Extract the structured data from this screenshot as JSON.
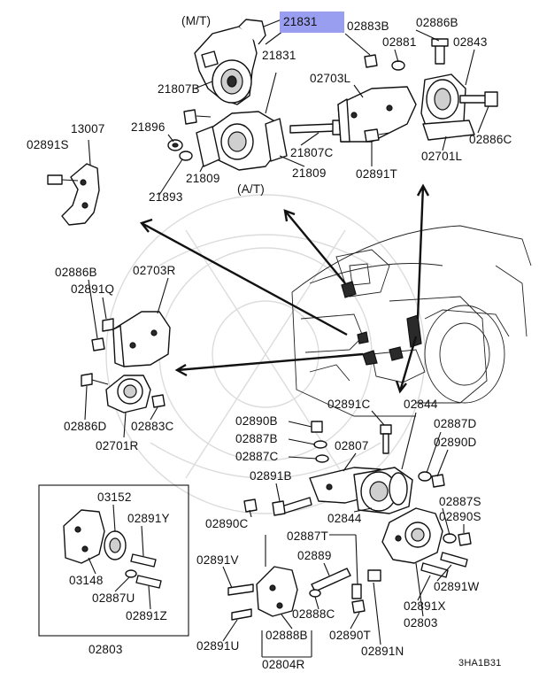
{
  "diagram": {
    "highlight_color": "#9a9ef0",
    "labels": {
      "mt": "(M/T)",
      "at": "(A/T)",
      "p21831_top": "21831",
      "p21831": "21831",
      "p02883B": "02883B",
      "p02886B_top": "02886B",
      "p02881": "02881",
      "p02843": "02843",
      "p02703L": "02703L",
      "p21807B": "21807B",
      "p13007": "13007",
      "p21896": "21896",
      "p02891S": "02891S",
      "p21807C": "21807C",
      "p02886C": "02886C",
      "p21809_left": "21809",
      "p21809_right": "21809",
      "p02891T": "02891T",
      "p02701L": "02701L",
      "p21893": "21893",
      "p02886B_mid": "02886B",
      "p02703R": "02703R",
      "p02891Q": "02891Q",
      "p02886D": "02886D",
      "p02883C": "02883C",
      "p02701R": "02701R",
      "p02890B": "02890B",
      "p02891C": "02891C",
      "p02844_top": "02844",
      "p02887B": "02887B",
      "p02887D": "02887D",
      "p02887C": "02887C",
      "p02807": "02807",
      "p02890D": "02890D",
      "p02891B": "02891B",
      "p03152": "03152",
      "p02890C": "02890C",
      "p02844_bottom": "02844",
      "p02887S": "02887S",
      "p02891Y": "02891Y",
      "p02890S": "02890S",
      "p02887T": "02887T",
      "p02891V": "02891V",
      "p02889": "02889",
      "p03148": "03148",
      "p02891W": "02891W",
      "p02887U": "02887U",
      "p02891X": "02891X",
      "p02888C": "02888C",
      "p02891Z": "02891Z",
      "p02803_right": "02803",
      "p02891U": "02891U",
      "p02888B": "02888B",
      "p02890T": "02890T",
      "p02803_bottom": "02803",
      "p02804R": "02804R",
      "p02891N": "02891N",
      "code": "3HA1B31"
    }
  }
}
